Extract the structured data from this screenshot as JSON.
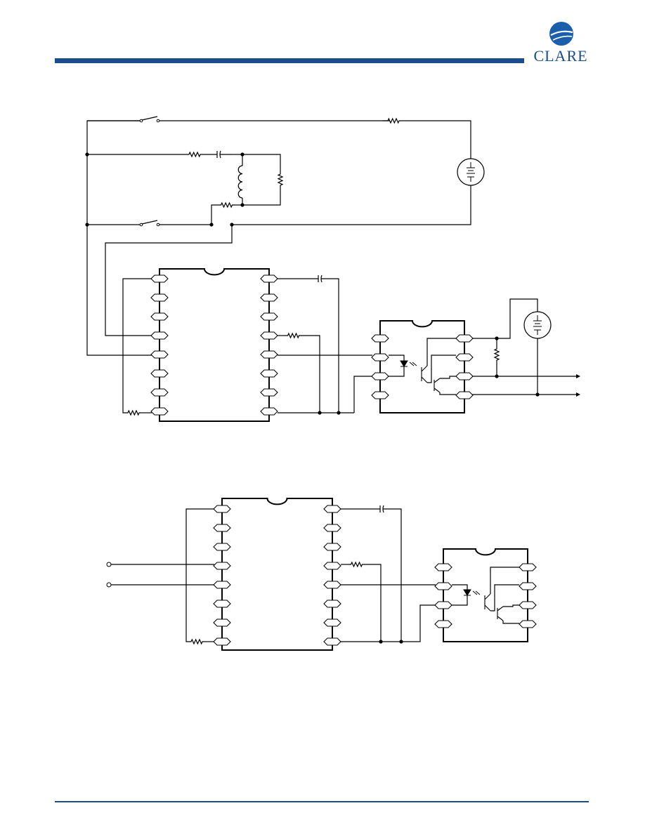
{
  "header": {
    "brand": "CLARE",
    "rule_color": "#1b4d8c",
    "logo_color": "#1b5faa"
  },
  "footer": {
    "rule_color": "#1b4d8c"
  },
  "diagrams": {
    "line_color": "#000000",
    "top_circuit": {
      "components": [
        "switch",
        "resistor",
        "capacitor",
        "inductor",
        "resistor",
        "resistor",
        "switch",
        "ac-source",
        "dip-16-ic",
        "capacitor",
        "resistor",
        "resistor",
        "optocoupler-8-pin",
        "resistor",
        "dc-source",
        "output-terminal",
        "output-terminal"
      ]
    },
    "bottom_circuit": {
      "components": [
        "input-terminal",
        "input-terminal",
        "dip-16-ic",
        "capacitor",
        "resistor",
        "resistor",
        "optocoupler-8-pin"
      ]
    }
  }
}
